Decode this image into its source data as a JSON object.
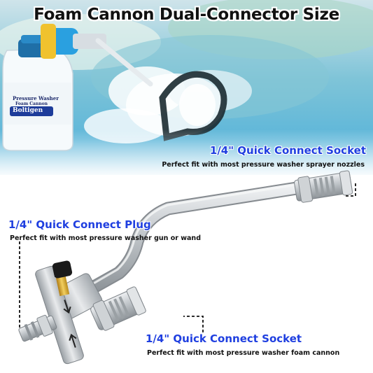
{
  "title": "Foam Cannon Dual-Connector Size",
  "callouts": {
    "top_socket": {
      "heading": "1/4\" Quick Connect Socket",
      "description": "Perfect fit with most pressure washer sprayer nozzles"
    },
    "plug": {
      "heading": "1/4\" Quick Connect Plug",
      "description": "Perfect fit with most pressure washer gun or wand"
    },
    "bottom_socket": {
      "heading": "1/4\" Quick Connect Socket",
      "description": "Perfect fit with most pressure washer foam cannon"
    }
  },
  "bottle": {
    "line1": "Pressure Washer",
    "line2": "Foam Cannon",
    "brand": "Boltigen"
  },
  "colors": {
    "heading_blue": "#1f3fe0",
    "pipe_steel": "#c4c9cd",
    "brass": "#d9a52b",
    "cannon_blue": "#2aa0e0"
  }
}
